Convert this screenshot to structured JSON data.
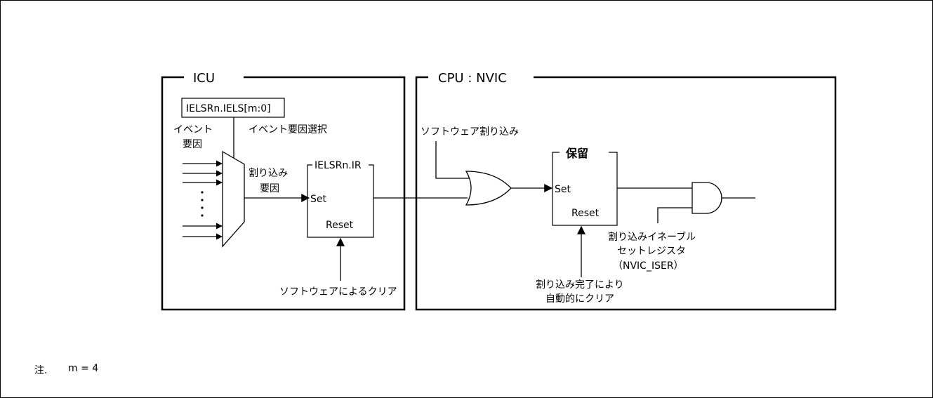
{
  "icu": {
    "title": "ICU",
    "register_label": "IELSRn.IELS[m:0]",
    "event_source_line1": "イベント",
    "event_source_line2": "要因",
    "event_select_label": "イベント要因選択",
    "interrupt_source_line1": "割り込み",
    "interrupt_source_line2": "要因",
    "ir_label": "IELSRn.IR",
    "set_label": "Set",
    "reset_label": "Reset",
    "software_clear_label": "ソフトウェアによるクリア"
  },
  "cpu": {
    "title": "CPU : NVIC",
    "software_interrupt_label": "ソフトウェア割り込み",
    "pending_label": "保留",
    "set_label": "Set",
    "reset_label": "Reset",
    "enable_line1": "割り込みイネーブル",
    "enable_line2": "セットレジスタ",
    "enable_line3": "（NVIC_ISER）",
    "auto_clear_line1": "割り込み完了により",
    "auto_clear_line2": "自動的にクリア"
  },
  "note": {
    "prefix": "注.",
    "text": "m = 4"
  }
}
